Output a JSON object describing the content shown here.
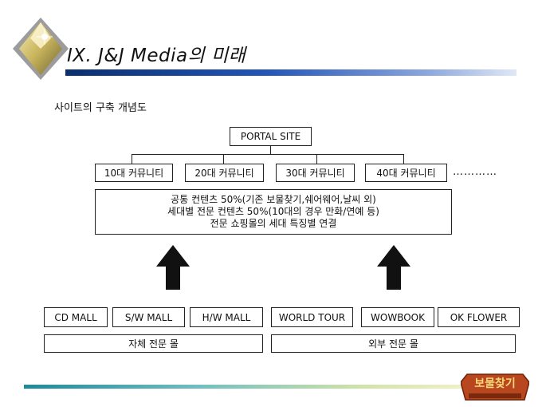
{
  "header": {
    "title": "IX.  J&J Media의 미래"
  },
  "subtitle": "사이트의 구축 개념도",
  "portal": {
    "label": "PORTAL SITE"
  },
  "communities": [
    {
      "label": "10대 커뮤니티"
    },
    {
      "label": "20대 커뮤니티"
    },
    {
      "label": "30대 커뮤니티"
    },
    {
      "label": "40대 커뮤니티"
    }
  ],
  "ellipsis": "…………",
  "content_lines": [
    "공통 컨텐츠 50%(기존 보물찾기,쉐어웨어,날씨 외)",
    "세대별 전문 컨텐츠 50%(10대의 경우 만화/연예 등)",
    "전문 쇼핑몰의 세대 특징별 연결"
  ],
  "internal_malls": {
    "items": [
      "CD MALL",
      "S/W MALL",
      "H/W MALL"
    ],
    "group_label": "자체 전문 몰"
  },
  "external_malls": {
    "items": [
      "WORLD TOUR",
      "WOWBOOK",
      "OK FLOWER"
    ],
    "group_label": "외부 전문 몰"
  },
  "logo": {
    "main": "보물찾기"
  },
  "colors": {
    "title_bar": "#2356b8",
    "footer_bar": "#1b8a9c",
    "arrow": "#111111",
    "logo_bg": "#b8461e",
    "logo_text": "#f6d77a"
  }
}
